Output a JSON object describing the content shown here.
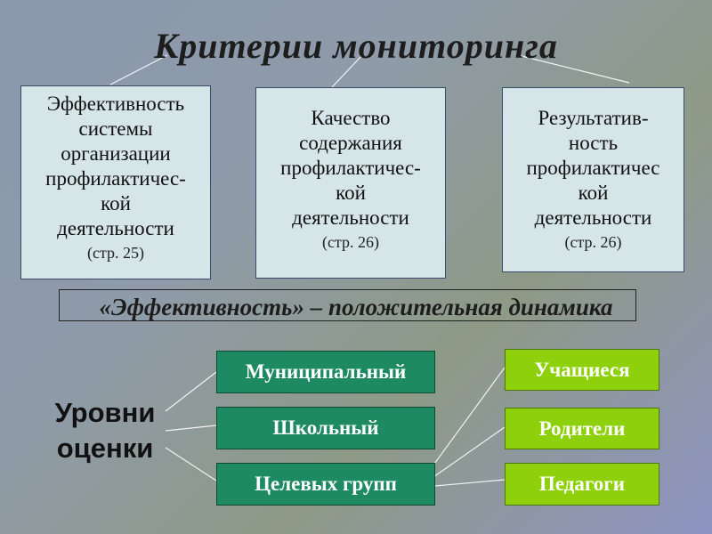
{
  "title": "Критерии мониторинга",
  "criteria": [
    {
      "lines": [
        "Эффективность",
        "системы",
        "организации",
        "профилактичес-",
        "кой",
        "деятельности"
      ],
      "page": "(стр. 25)"
    },
    {
      "lines": [
        "Качество",
        "содержания",
        "профилактичес-",
        "кой",
        "деятельности"
      ],
      "page": "(стр. 26)"
    },
    {
      "lines": [
        "Результатив-",
        "ность",
        "профилактичес",
        "кой",
        "деятельности"
      ],
      "page": "(стр. 26)"
    }
  ],
  "banner": "«Эффективность» – положительная динамика",
  "levels_label": [
    "Уровни",
    "оценки"
  ],
  "levels": [
    "Муниципальный",
    "Школьный",
    "Целевых групп"
  ],
  "groups": [
    "Учащиеся",
    "Родители",
    "Педагоги"
  ],
  "colors": {
    "criteria_box": "#d5e5e8",
    "level_box": "#1d8a63",
    "group_box": "#8ed00b",
    "connector": "#f2f2f2"
  }
}
